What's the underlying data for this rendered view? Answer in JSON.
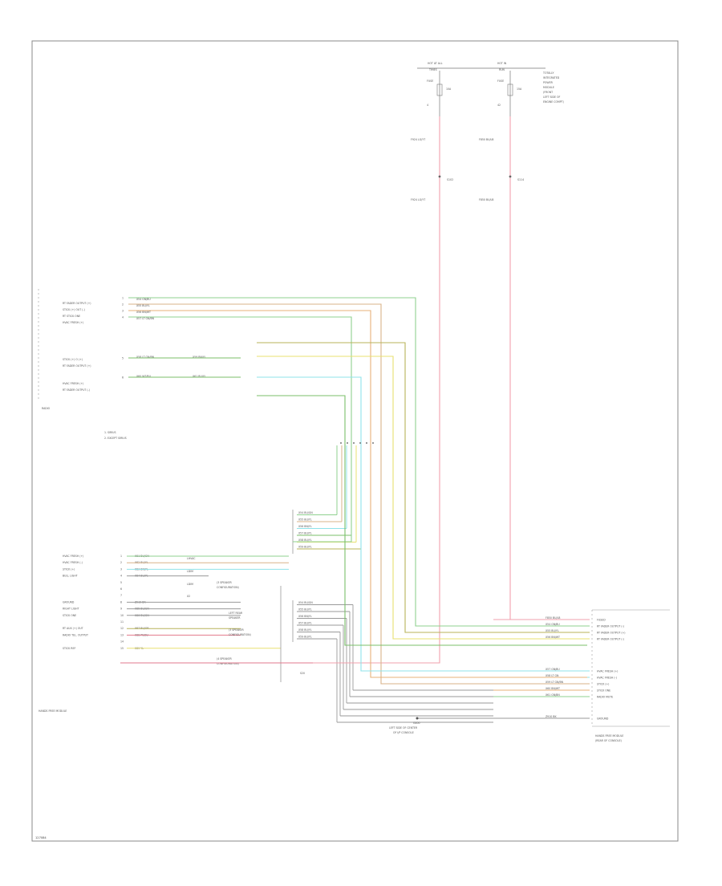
{
  "footer_code": "127084",
  "fuses": {
    "left": {
      "title": "HOT AT ALL",
      "sub": "TIMES",
      "labels": [
        "FUSE",
        "10A",
        "4"
      ]
    },
    "right": {
      "title": "HOT IN",
      "sub": "RUN",
      "labels": [
        "FUSE",
        "15A",
        "42"
      ]
    },
    "note": [
      "TOTALLY",
      "INTEGRATED",
      "POWER",
      "MODULE",
      "(FRONT",
      "LEFT SIDE OF",
      "ENGINE COMPT)"
    ],
    "left_wire_top": "F924 LG/YT",
    "left_wire_bot": "F924 LG/YT",
    "right_wire_top": "F850 BU/LB",
    "right_wire_bot": "F850 BU/LB",
    "left_splice": "S102",
    "right_splice": "S114"
  },
  "radio": {
    "label": "RADIO",
    "legend": [
      "1. SIRIUS",
      "2. EXCEPT SIRIUS"
    ],
    "pins_top": [
      "RT FADER OUTPUT (+)",
      "STICK (+) OUT (-)",
      "RT STICK ONE",
      "HVAC FRESH (+)"
    ],
    "pins_mid": [
      "STICK (+) O (+)",
      "RT FADER OUTPUT (+)"
    ],
    "pins_low": [
      "HVAC FRESH (+)",
      "RT FADER OUTPUT (-)"
    ],
    "wire_codes": [
      "X54 GN/BU",
      "X55 BU/YL",
      "X56 BN/WT",
      "X57 LT GN/BN",
      "X58 LT GN/BN",
      "X59 BN/YL",
      "X60 WT/BU",
      "X61 BU/YL"
    ]
  },
  "amp": {
    "label": "HANDS FREE MODULE",
    "pins": [
      "HVAC FRESH (+)",
      "HVAC FRESH (-)",
      "STICK (+)",
      "BULL LIGHT",
      "",
      "",
      "",
      "GROUND",
      "RIGHT LIGHT",
      "STICK ONE",
      "",
      "RT AUX (+) OUT",
      "RADIO TEL. OUTPUT",
      "",
      "STICK REF"
    ],
    "wire_codes": [
      "X81 BU/GN",
      "X82 BU/YL",
      "X83 BN/YL",
      "X84 BU/YL",
      "",
      "",
      "",
      "Z910 BK",
      "X85 BU/GN",
      "X86 BU/GN",
      "",
      "X87 BU/OR",
      "X88 PK/BU",
      "",
      "X89 YL"
    ],
    "mid_labels": [
      "LHVAC",
      "LDIM",
      "LDIM",
      "X2"
    ],
    "notes": [
      "(3 SPEAKER",
      "CONFIGURATION)",
      "LEFT REAR",
      "SPEAKER",
      "(3 SPEAKER",
      "CONFIGURATION)",
      "(4 SPEAKER",
      "CONFIGURATION)"
    ]
  },
  "module": {
    "label": "HANDS FREE MODULE",
    "sub": "(REAR OF CONSOLE)",
    "pins": [
      "FUSED",
      "RT FADER OUTPUT (-)",
      "RT FADER OUTPUT (+)",
      "RT FADER OUTPUT (-)",
      "HVAC FRESH (+)",
      "HVAC FRESH (-)",
      "STICK (+)",
      "STICK ONE",
      "RADIO MUTE",
      "GROUND"
    ],
    "wire_codes": [
      "F850 BU/LB",
      "X54 GN/BU",
      "X55 BU/YL",
      "X56 BN/WT",
      "X57 GN/BU",
      "X58 LT GN",
      "X59 LT GN/BN",
      "X60 BN/WT",
      "X61 GN/BN",
      "Z910 BK"
    ]
  },
  "connectors": [
    "X54 BU/GN",
    "X55 BU/YL",
    "X56 BN/YL",
    "X57 BU/YL",
    "X58 BU/YL",
    "X59 BU/YL"
  ],
  "ground": {
    "label": "G400",
    "note": [
      "LEFT SIDE OF CENTER",
      "OF I/P CONSOLE"
    ]
  },
  "splice_s2": "S20",
  "colors": {
    "frame": "#888888",
    "pink": "#f2a0ad",
    "red": "#e27a8c",
    "green": "#8fd08f",
    "darkgreen": "#7bbf6a",
    "tan": "#d9b38a",
    "yellow": "#e8e070",
    "cyan": "#8fe3ea",
    "olive": "#b8b35a",
    "gray": "#9a9a9a",
    "orange": "#e7b07a"
  }
}
